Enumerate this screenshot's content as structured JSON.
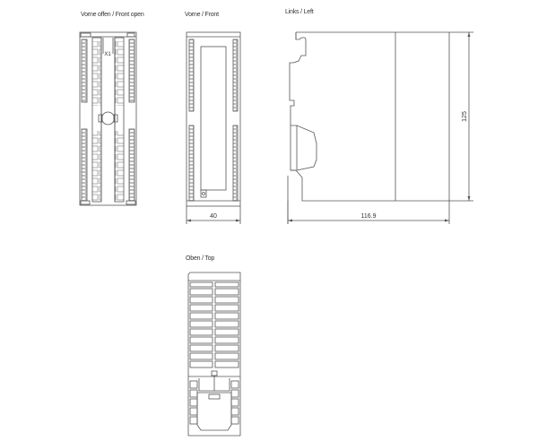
{
  "views": {
    "front_open": {
      "title": "Vorne offen / Front open",
      "connector_label": "X1"
    },
    "front": {
      "title": "Vorne / Front",
      "width_dimension": "40"
    },
    "left": {
      "title": "Links / Left",
      "depth_dimension": "116.9",
      "height_dimension": "125"
    },
    "top": {
      "title": "Oben / Top"
    }
  },
  "colors": {
    "line": "#555555",
    "background": "#ffffff",
    "text": "#333333"
  }
}
